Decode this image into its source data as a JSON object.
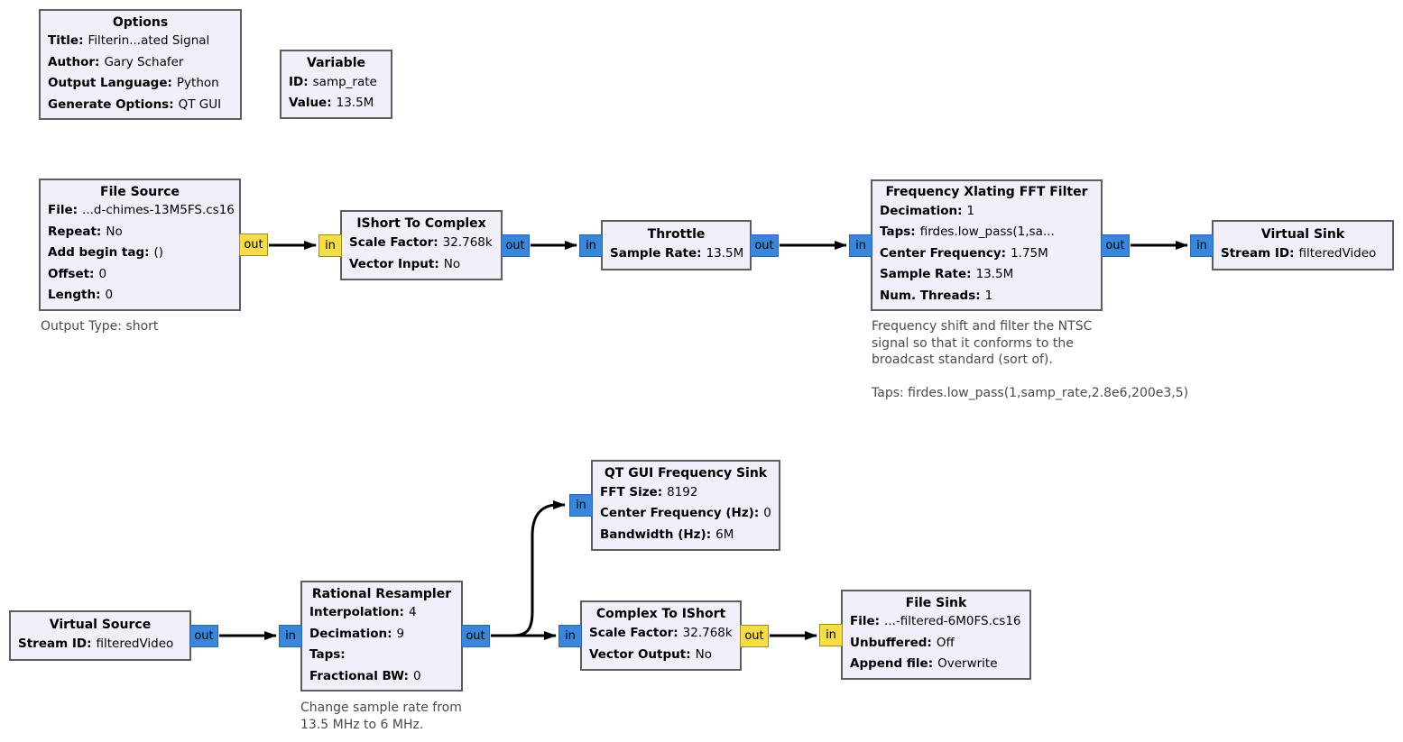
{
  "colors": {
    "background": "#ffffff",
    "block_fill": "#f2effa",
    "block_border": "#5e5e5e",
    "port_short": "#f5dc48",
    "port_short_border": "#99921f",
    "port_complex": "#3a87d9",
    "port_complex_border": "#2b66ad",
    "wire": "#000000",
    "comment_text": "#4a4a4a"
  },
  "ports": {
    "in": "in",
    "out": "out"
  },
  "blocks": {
    "options": {
      "title": "Options",
      "params": [
        {
          "label": "Title:",
          "value": "Filterin...ated Signal"
        },
        {
          "label": "Author:",
          "value": "Gary Schafer"
        },
        {
          "label": "Output Language:",
          "value": "Python"
        },
        {
          "label": "Generate Options:",
          "value": "QT GUI"
        }
      ]
    },
    "variable": {
      "title": "Variable",
      "params": [
        {
          "label": "ID:",
          "value": "samp_rate"
        },
        {
          "label": "Value:",
          "value": "13.5M"
        }
      ]
    },
    "file_source": {
      "title": "File Source",
      "params": [
        {
          "label": "File:",
          "value": "...d-chimes-13M5FS.cs16"
        },
        {
          "label": "Repeat:",
          "value": "No"
        },
        {
          "label": "Add begin tag:",
          "value": "()"
        },
        {
          "label": "Offset:",
          "value": "0"
        },
        {
          "label": "Length:",
          "value": "0"
        }
      ],
      "comment": "Output Type: short"
    },
    "ishort_to_complex": {
      "title": "IShort To Complex",
      "params": [
        {
          "label": "Scale Factor:",
          "value": "32.768k"
        },
        {
          "label": "Vector Input:",
          "value": "No"
        }
      ]
    },
    "throttle": {
      "title": "Throttle",
      "params": [
        {
          "label": "Sample Rate:",
          "value": "13.5M"
        }
      ]
    },
    "freq_xlating": {
      "title": "Frequency Xlating FFT Filter",
      "params": [
        {
          "label": "Decimation:",
          "value": "1"
        },
        {
          "label": "Taps:",
          "value": "firdes.low_pass(1,sa..."
        },
        {
          "label": "Center Frequency:",
          "value": "1.75M"
        },
        {
          "label": "Sample Rate:",
          "value": "13.5M"
        },
        {
          "label": "Num. Threads:",
          "value": "1"
        }
      ],
      "comment": "Frequency shift and filter the NTSC\nsignal so that it conforms to the\nbroadcast standard (sort of).\n\nTaps: firdes.low_pass(1,samp_rate,2.8e6,200e3,5)"
    },
    "virtual_sink": {
      "title": "Virtual Sink",
      "params": [
        {
          "label": "Stream ID:",
          "value": "filteredVideo"
        }
      ]
    },
    "qt_gui_frequency_sink": {
      "title": "QT GUI Frequency Sink",
      "params": [
        {
          "label": "FFT Size:",
          "value": "8192"
        },
        {
          "label": "Center Frequency (Hz):",
          "value": "0"
        },
        {
          "label": "Bandwidth (Hz):",
          "value": "6M"
        }
      ]
    },
    "virtual_source": {
      "title": "Virtual Source",
      "params": [
        {
          "label": "Stream ID:",
          "value": "filteredVideo"
        }
      ]
    },
    "rational_resampler": {
      "title": "Rational Resampler",
      "params": [
        {
          "label": "Interpolation:",
          "value": "4"
        },
        {
          "label": "Decimation:",
          "value": "9"
        },
        {
          "label": "Taps:",
          "value": ""
        },
        {
          "label": "Fractional BW:",
          "value": "0"
        }
      ],
      "comment": "Change sample rate from\n13.5 MHz to 6 MHz."
    },
    "complex_to_ishort": {
      "title": "Complex To IShort",
      "params": [
        {
          "label": "Scale Factor:",
          "value": "32.768k"
        },
        {
          "label": "Vector Output:",
          "value": "No"
        }
      ]
    },
    "file_sink": {
      "title": "File Sink",
      "params": [
        {
          "label": "File:",
          "value": "...-filtered-6M0FS.cs16"
        },
        {
          "label": "Unbuffered:",
          "value": "Off"
        },
        {
          "label": "Append file:",
          "value": "Overwrite"
        }
      ]
    }
  },
  "connections": [
    {
      "from": "file_source.out",
      "to": "ishort_to_complex.in",
      "type": "short"
    },
    {
      "from": "ishort_to_complex.out",
      "to": "throttle.in",
      "type": "complex"
    },
    {
      "from": "throttle.out",
      "to": "freq_xlating.in",
      "type": "complex"
    },
    {
      "from": "freq_xlating.out",
      "to": "virtual_sink.in",
      "type": "complex"
    },
    {
      "from": "virtual_source.out",
      "to": "rational_resampler.in",
      "type": "complex"
    },
    {
      "from": "rational_resampler.out",
      "to": "qt_gui_frequency_sink.in",
      "type": "complex"
    },
    {
      "from": "rational_resampler.out",
      "to": "complex_to_ishort.in",
      "type": "complex"
    },
    {
      "from": "complex_to_ishort.out",
      "to": "file_sink.in",
      "type": "short"
    }
  ]
}
